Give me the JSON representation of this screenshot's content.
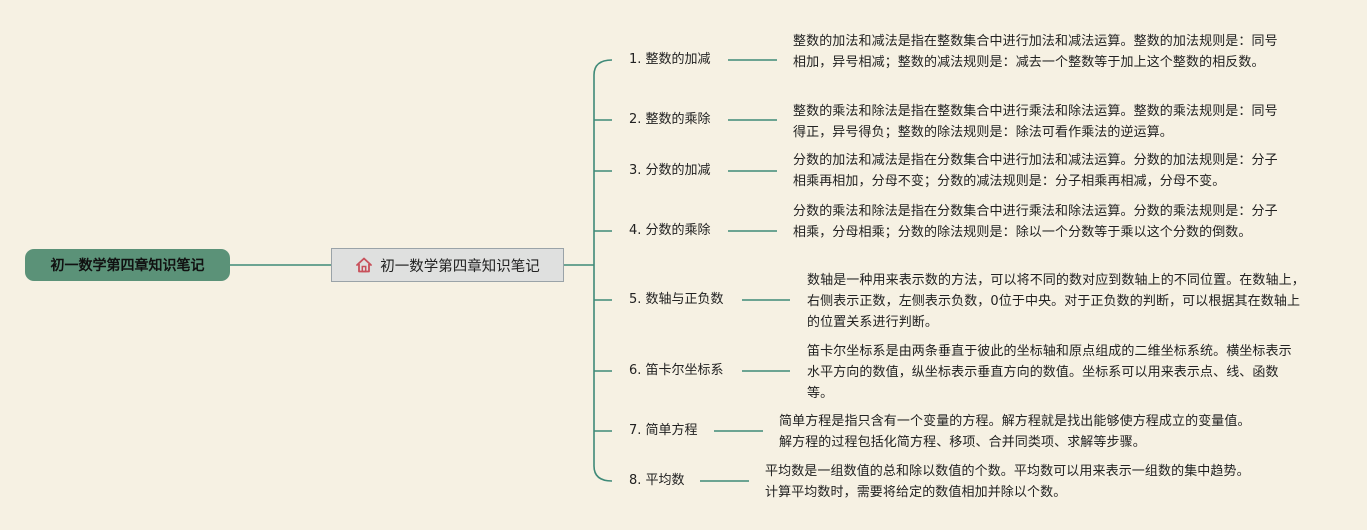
{
  "root": {
    "title": "初一数学第四章知识笔记"
  },
  "sub": {
    "title": "初一数学第四章知识笔记",
    "icon": "home-icon"
  },
  "colors": {
    "background": "#f6f1e3",
    "root_fill": "#5b9278",
    "connector": "#3f8a78",
    "sub_fill": "#dfe0df",
    "icon": "#c8505a"
  },
  "topics": [
    {
      "label": "1. 整数的加减",
      "description": "整数的加法和减法是指在整数集合中进行加法和减法运算。整数的加法规则是：同号相加，异号相减；整数的减法规则是：减去一个整数等于加上这个整数的相反数。"
    },
    {
      "label": "2. 整数的乘除",
      "description": "整数的乘法和除法是指在整数集合中进行乘法和除法运算。整数的乘法规则是：同号得正，异号得负；整数的除法规则是：除法可看作乘法的逆运算。"
    },
    {
      "label": "3. 分数的加减",
      "description": "分数的加法和减法是指在分数集合中进行加法和减法运算。分数的加法规则是：分子相乘再相加，分母不变；分数的减法规则是：分子相乘再相减，分母不变。"
    },
    {
      "label": "4. 分数的乘除",
      "description": "分数的乘法和除法是指在分数集合中进行乘法和除法运算。分数的乘法规则是：分子相乘，分母相乘；分数的除法规则是：除以一个分数等于乘以这个分数的倒数。"
    },
    {
      "label": "5. 数轴与正负数",
      "description": "数轴是一种用来表示数的方法，可以将不同的数对应到数轴上的不同位置。在数轴上，右侧表示正数，左侧表示负数，0位于中央。对于正负数的判断，可以根据其在数轴上的位置关系进行判断。"
    },
    {
      "label": "6. 笛卡尔坐标系",
      "description": "笛卡尔坐标系是由两条垂直于彼此的坐标轴和原点组成的二维坐标系统。横坐标表示水平方向的数值，纵坐标表示垂直方向的数值。坐标系可以用来表示点、线、函数等。"
    },
    {
      "label": "7. 简单方程",
      "description": "简单方程是指只含有一个变量的方程。解方程就是找出能够使方程成立的变量值。解方程的过程包括化简方程、移项、合并同类项、求解等步骤。"
    },
    {
      "label": "8. 平均数",
      "description": "平均数是一组数值的总和除以数值的个数。平均数可以用来表示一组数的集中趋势。计算平均数时，需要将给定的数值相加并除以个数。"
    }
  ]
}
